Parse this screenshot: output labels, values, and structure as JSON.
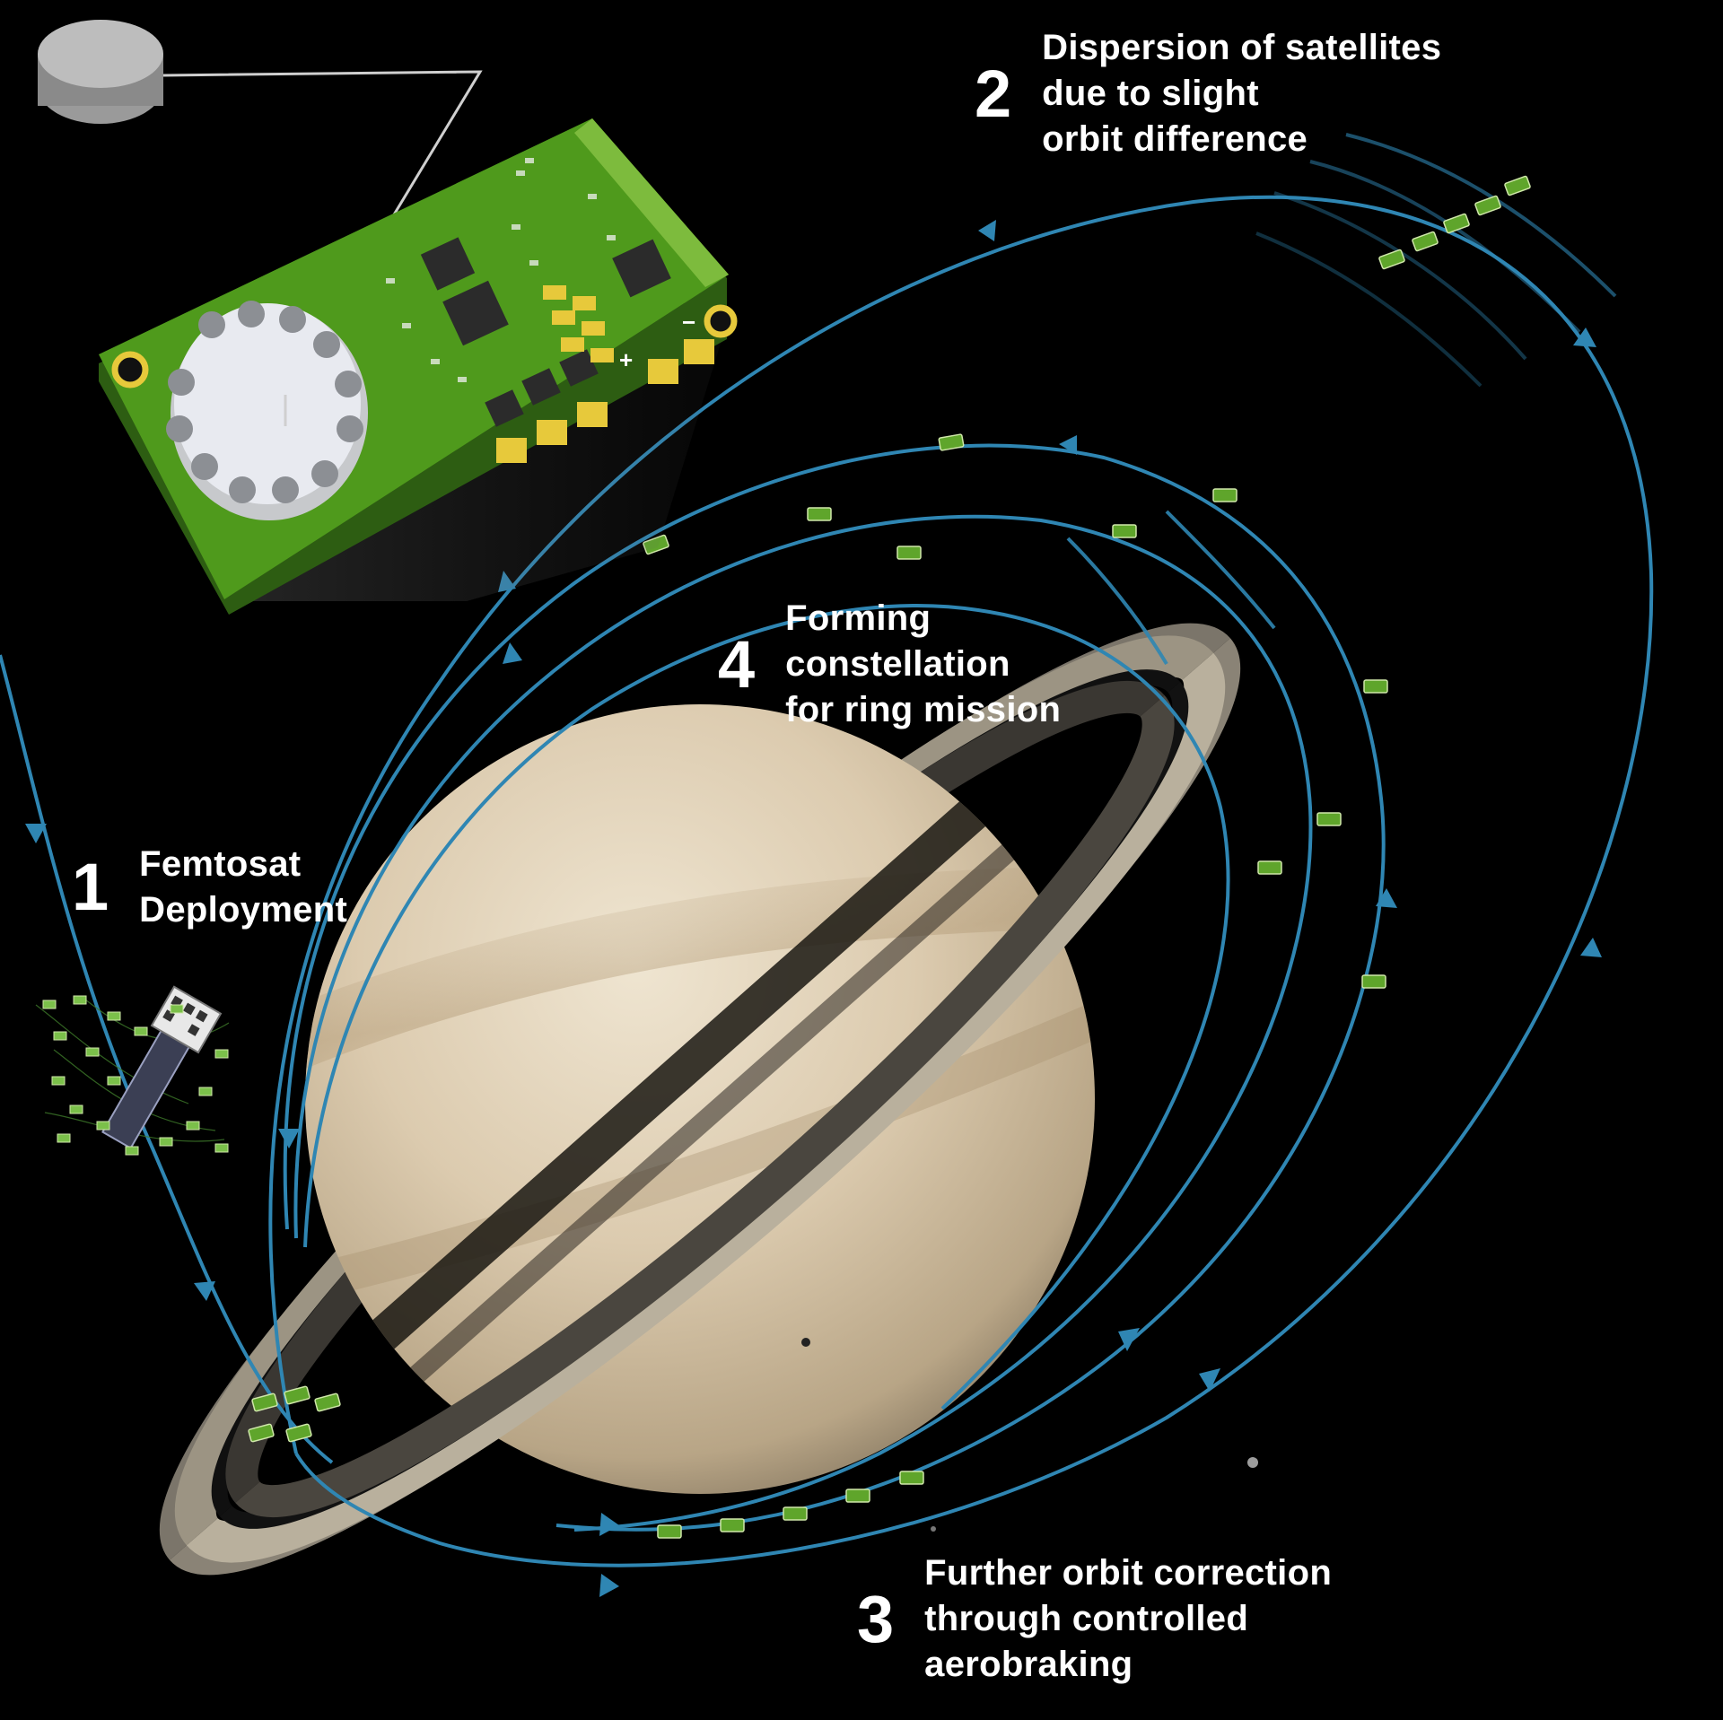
{
  "steps": [
    {
      "number": "1",
      "lines": [
        "Femtosat",
        "Deployment"
      ]
    },
    {
      "number": "2",
      "lines": [
        "Dispersion of satellites",
        "due to slight",
        "orbit difference"
      ]
    },
    {
      "number": "3",
      "lines": [
        "Further orbit correction",
        "through controlled",
        "aerobraking"
      ]
    },
    {
      "number": "4",
      "lines": [
        "Forming",
        "constellation",
        "for ring mission"
      ]
    }
  ],
  "pcb_labels": {
    "plus": "+",
    "minus": "−"
  },
  "colors": {
    "background": "#000000",
    "orbit": "#2f86b3",
    "pcb_green": "#4f9a1c",
    "planet": "#dccdb3",
    "text": "#ffffff"
  }
}
